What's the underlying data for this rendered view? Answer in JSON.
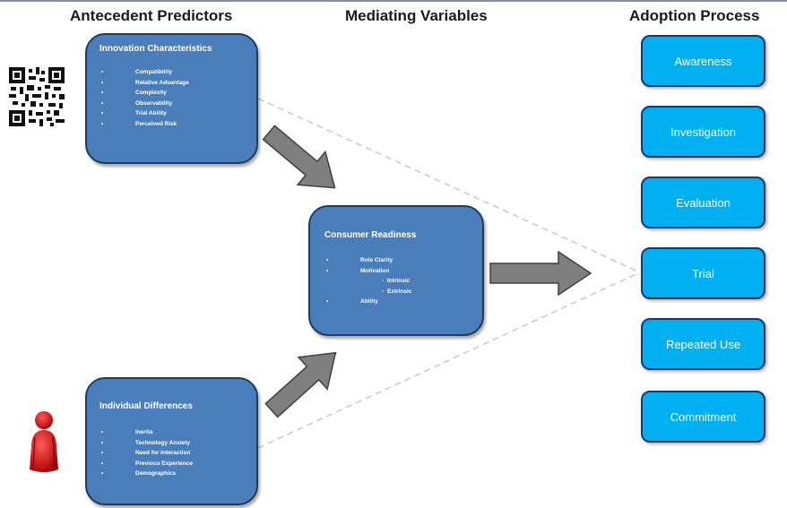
{
  "headings": {
    "antecedent": "Antecedent Predictors",
    "mediating": "Mediating Variables",
    "adoption": "Adoption Process"
  },
  "innovation": {
    "title": "Innovation Characteristics",
    "items": [
      "Compatibility",
      "Relative Advantage",
      "Complexity",
      "Observability",
      "Trial Ability",
      "Perceived Risk"
    ]
  },
  "individual": {
    "title": "Individual Differences",
    "items": [
      "Inertia",
      "Technology Anxiety",
      "Need for Interaction",
      "Previous Experience",
      "Demographics"
    ]
  },
  "consumer": {
    "title": "Consumer Readiness",
    "items": [
      "Role Clarity",
      "Motivation"
    ],
    "subitems": [
      "Intrinsic",
      "Extrinsic"
    ],
    "last": "Ability"
  },
  "stages": [
    "Awareness",
    "Investigation",
    "Evaluation",
    "Trial",
    "Repeated Use",
    "Commitment"
  ],
  "bullet": "•",
  "sub_bullet": "◦",
  "icons": [
    "qr-code-icon",
    "person-icon"
  ],
  "colors": {
    "blue_box": "#4a7ebb",
    "stage_box": "#00b0f0",
    "arrow": "#7f7f7f"
  }
}
